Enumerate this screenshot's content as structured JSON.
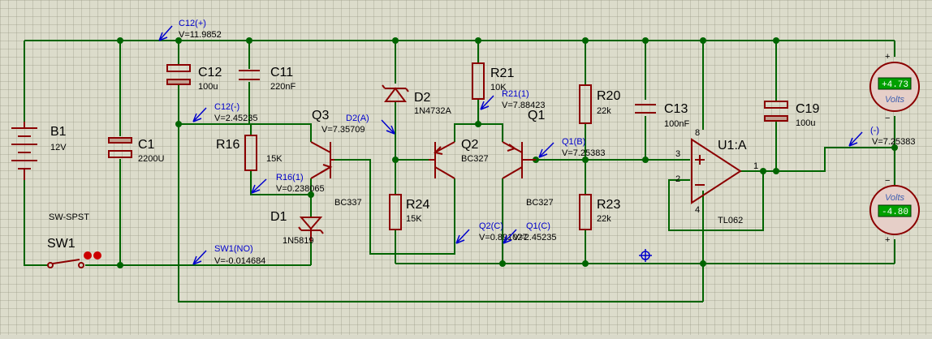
{
  "components": {
    "B1": {
      "name": "B1",
      "value": "12V"
    },
    "C1": {
      "name": "C1",
      "value": "2200U"
    },
    "C12": {
      "name": "C12",
      "value": "100u"
    },
    "C11": {
      "name": "C11",
      "value": "220nF"
    },
    "R16": {
      "name": "R16",
      "value": "15K"
    },
    "Q3": {
      "name": "Q3",
      "value": "BC337"
    },
    "D1": {
      "name": "D1",
      "value": "1N5819"
    },
    "D2": {
      "name": "D2",
      "value": "1N4732A"
    },
    "R24": {
      "name": "R24",
      "value": "15K"
    },
    "R21": {
      "name": "R21",
      "value": "10K"
    },
    "Q2": {
      "name": "Q2",
      "value": "BC327"
    },
    "Q1": {
      "name": "Q1",
      "value": "BC327"
    },
    "R20": {
      "name": "R20",
      "value": "22k"
    },
    "R23": {
      "name": "R23",
      "value": "22k"
    },
    "C13": {
      "name": "C13",
      "value": "100nF"
    },
    "C19": {
      "name": "C19",
      "value": "100u"
    },
    "U1": {
      "name": "U1:A",
      "value": "TL062",
      "pin_in_plus": "3",
      "pin_in_minus": "2",
      "pin_out": "1",
      "pin_vcc": "8",
      "pin_vee": "4"
    },
    "SW1": {
      "name": "SW1",
      "value": "SW-SPST"
    }
  },
  "probes": {
    "c12_plus": {
      "name": "C12(+)",
      "value": "V=11.9852"
    },
    "c12_minus": {
      "name": "C12(-)",
      "value": "V=2.45235"
    },
    "q3_v": {
      "value": "V=7.35709"
    },
    "d2a": {
      "name": "D2(A)"
    },
    "r16_1": {
      "name": "R16(1)",
      "value": "V=0.238065"
    },
    "r21_1": {
      "name": "R21(1)",
      "value": "V=7.88423"
    },
    "q1b": {
      "name": "Q1(B)",
      "value": "V=7.25383"
    },
    "q2c": {
      "name": "Q2(C)",
      "value": "V=0.891027"
    },
    "q1c": {
      "name": "Q1(C)",
      "value": "V=2.45235"
    },
    "sw1no": {
      "name": "SW1(NO)",
      "value": "V=-0.014684"
    },
    "minus": {
      "name": "(-)",
      "value": "V=7.25383"
    }
  },
  "meters": {
    "top": {
      "reading": "+4.73",
      "unit": "Volts",
      "plus": "+",
      "minus": "−"
    },
    "bottom": {
      "reading": "-4.80",
      "unit": "Volts",
      "plus": "+",
      "minus": "−"
    }
  },
  "colors": {
    "wire": "#006400",
    "part": "#8b0000",
    "probe": "#0000cc",
    "meter_lcd": "#00a000"
  }
}
